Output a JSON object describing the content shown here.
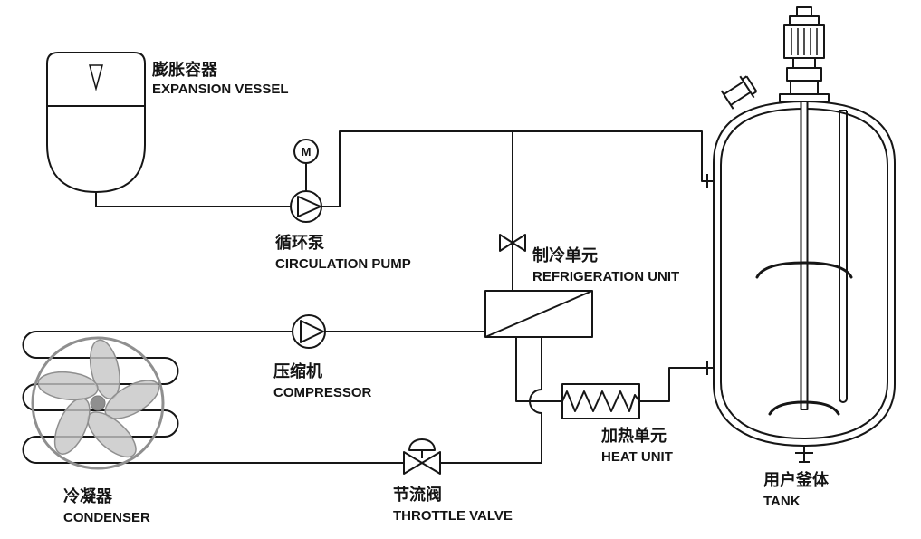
{
  "diagram": {
    "background_color": "#ffffff",
    "line_color": "#161616",
    "fan_color": "#8f8f8f",
    "components": {
      "expansion_vessel": {
        "label_zh": "膨胀容器",
        "label_en": "EXPANSION VESSEL"
      },
      "circulation_pump": {
        "label_zh": "循环泵",
        "label_en": "CIRCULATION PUMP",
        "motor_letter": "M"
      },
      "refrigeration_unit": {
        "label_zh": "制冷单元",
        "label_en": "REFRIGERATION UNIT"
      },
      "compressor": {
        "label_zh": "压缩机",
        "label_en": "COMPRESSOR"
      },
      "condenser": {
        "label_zh": "冷凝器",
        "label_en": "CONDENSER"
      },
      "throttle_valve": {
        "label_zh": "节流阀",
        "label_en": "THROTTLE VALVE"
      },
      "heat_unit": {
        "label_zh": "加热单元",
        "label_en": "HEAT UNIT"
      },
      "tank": {
        "label_zh": "用户釜体",
        "label_en": "TANK"
      }
    }
  }
}
